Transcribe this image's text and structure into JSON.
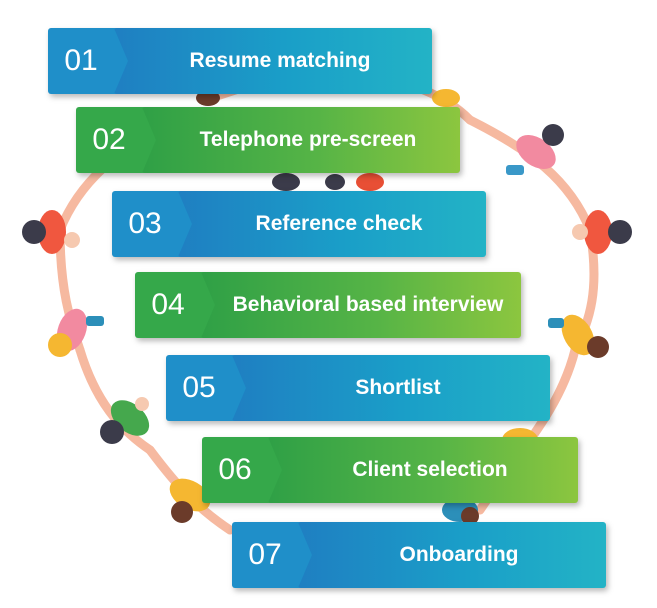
{
  "steps": [
    {
      "number": "01",
      "label": "Resume matching",
      "color": "blue"
    },
    {
      "number": "02",
      "label": "Telephone pre-screen",
      "color": "green"
    },
    {
      "number": "03",
      "label": "Reference check",
      "color": "blue"
    },
    {
      "number": "04",
      "label": "Behavioral based interview",
      "color": "green"
    },
    {
      "number": "05",
      "label": "Shortlist",
      "color": "blue"
    },
    {
      "number": "06",
      "label": "Client selection",
      "color": "green"
    },
    {
      "number": "07",
      "label": "Onboarding",
      "color": "blue"
    }
  ],
  "colors": {
    "blue": "#1f8fc9",
    "green": "#35a84a"
  },
  "illustration": {
    "description_icon": "people-holding-hands-circle-icon"
  }
}
